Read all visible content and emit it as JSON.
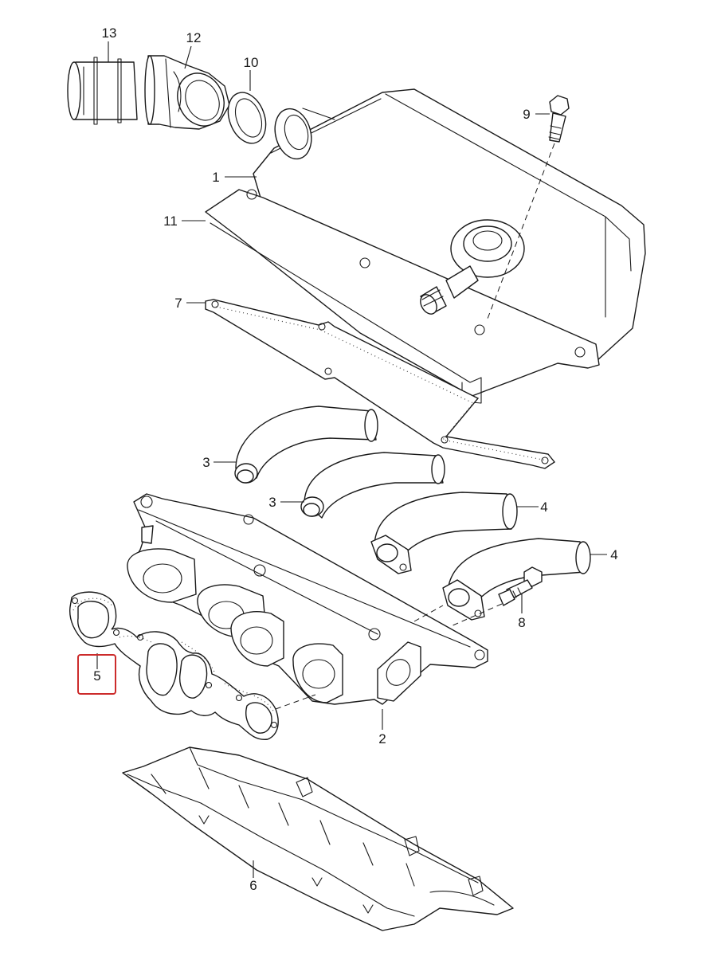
{
  "callouts": [
    {
      "id": "13",
      "text": "13"
    },
    {
      "id": "12",
      "text": "12"
    },
    {
      "id": "10",
      "text": "10"
    },
    {
      "id": "9",
      "text": "9"
    },
    {
      "id": "1",
      "text": "1"
    },
    {
      "id": "11",
      "text": "11"
    },
    {
      "id": "7",
      "text": "7"
    },
    {
      "id": "3a",
      "text": "3"
    },
    {
      "id": "3b",
      "text": "3"
    },
    {
      "id": "4a",
      "text": "4"
    },
    {
      "id": "4b",
      "text": "4"
    },
    {
      "id": "8",
      "text": "8"
    },
    {
      "id": "5",
      "text": "5",
      "highlighted": true
    },
    {
      "id": "2",
      "text": "2"
    },
    {
      "id": "6",
      "text": "6"
    }
  ],
  "highlight_color": "#cc2b2b",
  "line_color": "#1a1a1a"
}
